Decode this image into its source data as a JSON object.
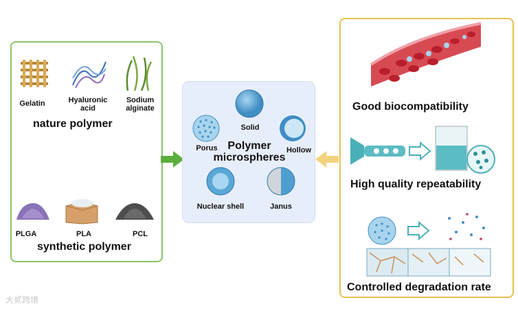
{
  "left_panel": {
    "natural_items": [
      "Gelatin",
      "Hyaluronic\nacid",
      "Sodium\nalginate"
    ],
    "natural_heading": "nature polymer",
    "synthetic_items": [
      "PLGA",
      "PLA",
      "PCL"
    ],
    "synthetic_heading": "synthetic polymer"
  },
  "center_panel": {
    "title": "Polymer\nmicrospheres",
    "types": [
      "Solid",
      "Porus",
      "Hollow",
      "Nuclear shell",
      "Janus"
    ]
  },
  "right_panel": {
    "properties": [
      "Good biocompatibility",
      "High quality repeatability",
      "Controlled degradation rate"
    ]
  },
  "colors": {
    "green_border": "#8bc46a",
    "gold_border": "#e6c14e",
    "sphere": "#5aa7d6",
    "arrow_green": "#5cae3c",
    "arrow_yellow": "#f3d27e"
  },
  "watermark": "大贰跨境"
}
